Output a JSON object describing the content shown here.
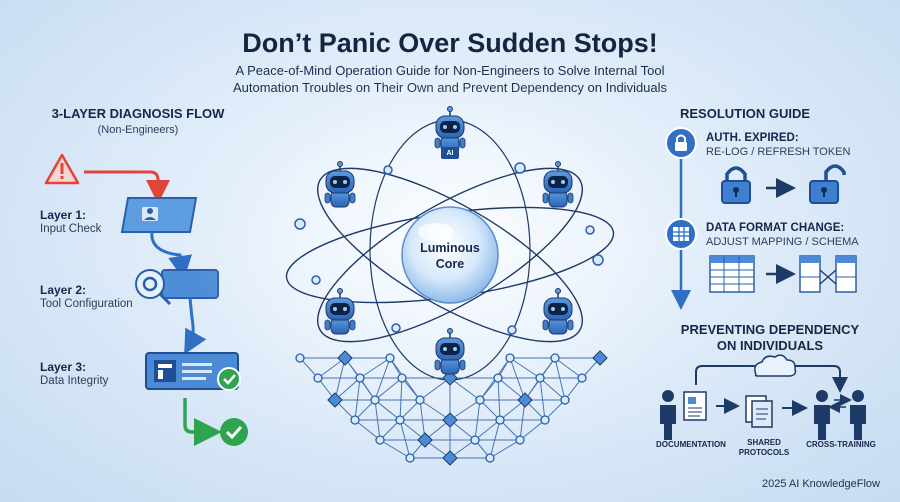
{
  "header": {
    "title": "Don’t Panic Over Sudden Stops!",
    "subtitle_line1": "A Peace-of-Mind Operation Guide for Non-Engineers to Solve Internal Tool",
    "subtitle_line2": "Automation Troubles on Their Own and Prevent Dependency on Individuals"
  },
  "diagnosis": {
    "title": "3-LAYER DIAGNOSIS FLOW",
    "subtitle": "(Non-Engineers)",
    "layers": [
      {
        "title": "Layer 1:",
        "desc": "Input Check"
      },
      {
        "title": "Layer 2:",
        "desc": "Tool Configuration"
      },
      {
        "title": "Layer 3:",
        "desc": "Data Integrity"
      }
    ]
  },
  "core": {
    "line1": "Luminous",
    "line2": "Core",
    "robot_badge": "AI"
  },
  "resolution": {
    "title": "RESOLUTION GUIDE",
    "items": [
      {
        "title": "AUTH. EXPIRED:",
        "desc": "RE-LOG / REFRESH TOKEN"
      },
      {
        "title": "DATA FORMAT CHANGE:",
        "desc": "ADJUST MAPPING / SCHEMA"
      }
    ]
  },
  "prevention": {
    "title_line1": "PREVENTING DEPENDENCY",
    "title_line2": "ON INDIVIDUALS",
    "captions": [
      {
        "line1": "DOCUMENTATION",
        "line2": ""
      },
      {
        "line1": "SHARED",
        "line2": "PROTOCOLS"
      },
      {
        "line1": "CROSS-TRAINING",
        "line2": ""
      }
    ]
  },
  "footer": {
    "text": "2025 AI KnowledgeFlow"
  },
  "colors": {
    "accent": "#2f6fc4",
    "warning": "#e0453a",
    "success": "#2ea44f",
    "ink": "#16284a"
  }
}
